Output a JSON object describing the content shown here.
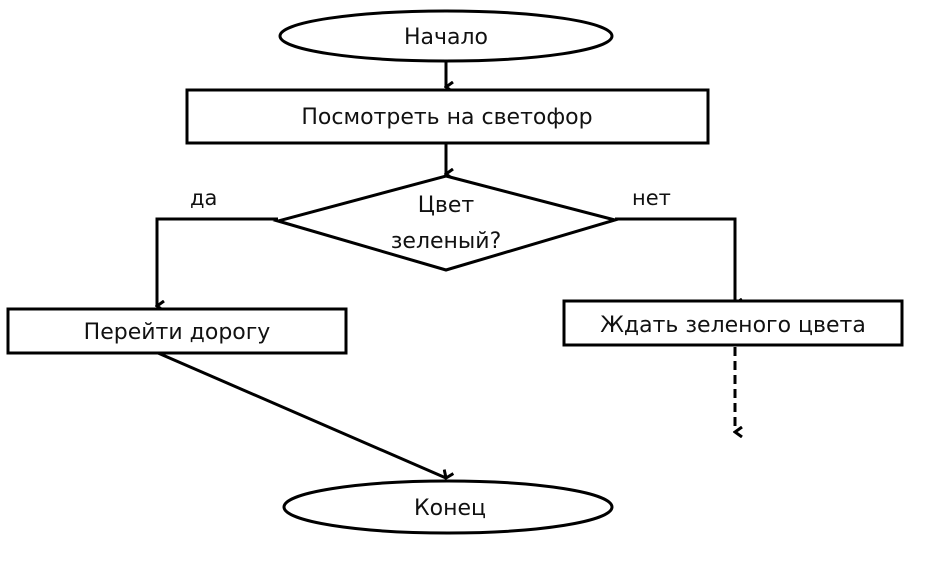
{
  "diagram": {
    "type": "flowchart",
    "colors": {
      "stroke": "#000000",
      "background": "#ffffff",
      "text": "#111111"
    },
    "nodes": {
      "start": {
        "shape": "terminator",
        "label": "Начало"
      },
      "look": {
        "shape": "process",
        "label": "Посмотреть на светофор"
      },
      "decision": {
        "shape": "decision",
        "label_line1": "Цвет",
        "label_line2": "зеленый?"
      },
      "cross": {
        "shape": "process",
        "label": "Перейти дорогу"
      },
      "wait": {
        "shape": "process",
        "label": "Ждать зеленого цвета"
      },
      "end": {
        "shape": "terminator",
        "label": "Конец"
      }
    },
    "edges": [
      {
        "from": "start",
        "to": "look",
        "label": "",
        "style": "solid"
      },
      {
        "from": "look",
        "to": "decision",
        "label": "",
        "style": "solid"
      },
      {
        "from": "decision",
        "to": "cross",
        "label": "да",
        "style": "solid"
      },
      {
        "from": "decision",
        "to": "wait",
        "label": "нет",
        "style": "solid"
      },
      {
        "from": "cross",
        "to": "end",
        "label": "",
        "style": "solid"
      },
      {
        "from": "wait",
        "to": "",
        "label": "",
        "style": "dashed"
      }
    ],
    "edge_labels": {
      "yes": "да",
      "no": "нет"
    }
  }
}
